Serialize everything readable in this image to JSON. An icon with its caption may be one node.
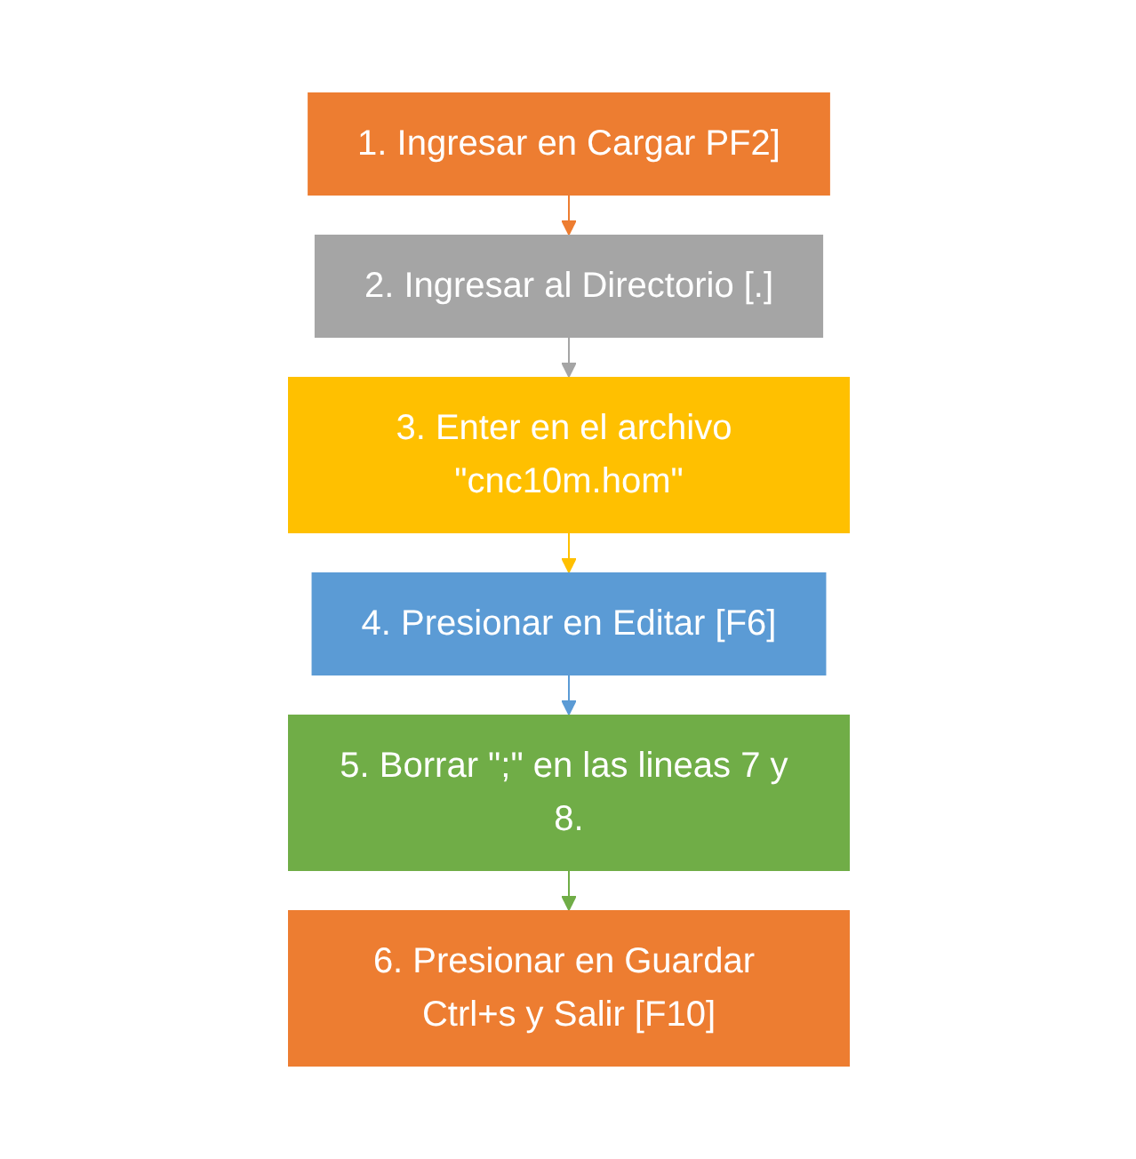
{
  "diagram": {
    "nodes": [
      {
        "text": [
          "1. Ingresar en Cargar PF2]"
        ]
      },
      {
        "text": [
          "2. Ingresar al Directorio [.]"
        ]
      },
      {
        "text": [
          "3. Enter en el archivo \"cnc10m.hom\""
        ]
      },
      {
        "text": [
          "4. Presionar en Editar [F6]"
        ]
      },
      {
        "text": [
          "5. Borrar \";\" en las lineas 7 y 8."
        ]
      },
      {
        "text": [
          "6. Presionar en Guardar Ctrl+s y Salir [F10]"
        ]
      }
    ],
    "edges": [
      {
        "from": 0,
        "to": 1,
        "arrow": "to",
        "color": "#ed7d31"
      },
      {
        "from": 1,
        "to": 2,
        "arrow": "to",
        "color": "#a5a5a5"
      },
      {
        "from": 2,
        "to": 3,
        "arrow": "to",
        "color": "#ffc000"
      },
      {
        "from": 3,
        "to": 4,
        "arrow": "to",
        "color": "#5b9bd5"
      },
      {
        "from": 4,
        "to": 5,
        "arrow": "to",
        "color": "#70ad47"
      }
    ]
  }
}
